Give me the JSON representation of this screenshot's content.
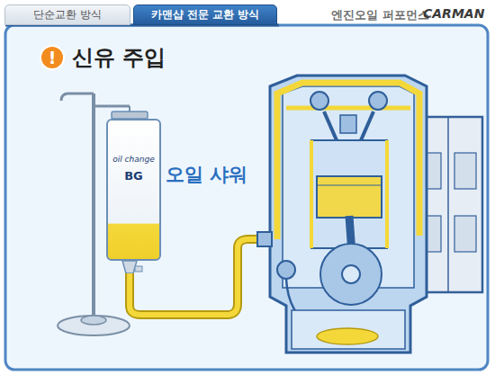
{
  "diagram": {
    "title": "신유 주입",
    "nodes": [
      {
        "text": [
          "단순교환 방식"
        ]
      },
      {
        "text": [
          "카맨샵 전문 교환 방식"
        ]
      },
      {
        "text": [
          "!"
        ]
      },
      {
        "text": [
          "oil change",
          "BG"
        ]
      }
    ],
    "labels": [
      "엔진오일 퍼포먼스",
      "CARMAN",
      "오일 샤워"
    ]
  }
}
